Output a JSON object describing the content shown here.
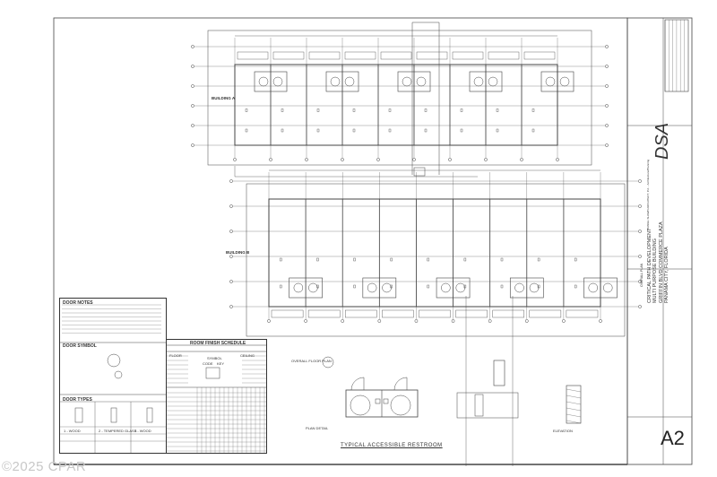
{
  "sheet": {
    "sheet_number": "A2",
    "firm_logo": "DSA",
    "firm_info": [
      "DANIEL SHAWN ARCHITECT, P.A. - Architecture/Planning"
    ],
    "drawing_title": "OVERALL PLAN",
    "project_lines": [
      "CRITICAL PATH DEVELOPMENT",
      "MULTI PURPOSE BUILDING",
      "GRIFFIN BLVD COMMERCE PLAZA",
      "PANAMA CITY, FLORIDA"
    ]
  },
  "plans": {
    "building_a_label": "BUILDING A",
    "building_b_label": "BUILDING B",
    "overall_floor_plan_label": "OVERALL FLOOR PLAN"
  },
  "door_notes": {
    "title": "DOOR NOTES",
    "symbol_title": "DOOR SYMBOL",
    "types_title": "DOOR TYPES",
    "types": [
      "1 - WOOD",
      "2 - TEMPERED GLASS",
      "3 - WOOD"
    ]
  },
  "room_finish": {
    "title": "ROOM FINISH SCHEDULE",
    "floor": "FLOOR",
    "ceiling": "CEILING",
    "symbol": "SYMBOL",
    "code": "CODE",
    "key": "KEY"
  },
  "restroom": {
    "title": "TYPICAL ACCESSIBLE RESTROOM",
    "plan_detail": "PLAN DETAIL",
    "elevation": "ELEVATION"
  },
  "watermark": "©2025 CPAR"
}
